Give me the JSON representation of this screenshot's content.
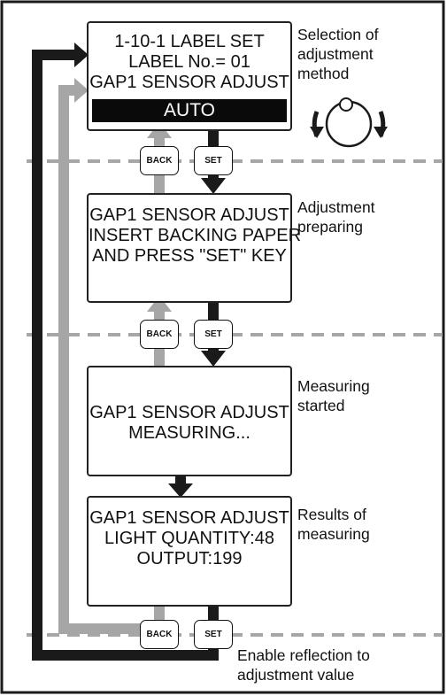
{
  "screens": [
    {
      "lines": [
        "1-10-1 LABEL SET",
        "LABEL No.= 01",
        "GAP1 SENSOR ADJUST"
      ],
      "highlight": "AUTO"
    },
    {
      "lines": [
        "GAP1 SENSOR ADJUST",
        "INSERT BACKING PAPER",
        "AND PRESS \"SET\" KEY"
      ]
    },
    {
      "lines": [
        "GAP1 SENSOR ADJUST",
        "MEASURING..."
      ]
    },
    {
      "lines": [
        "GAP1 SENSOR ADJUST",
        "LIGHT QUANTITY:48",
        "OUTPUT:199"
      ]
    }
  ],
  "notes": [
    {
      "lines": [
        "Selection of",
        "adjustment",
        "method"
      ]
    },
    {
      "lines": [
        "Adjustment",
        "preparing"
      ]
    },
    {
      "lines": [
        "Measuring",
        "started"
      ]
    },
    {
      "lines": [
        "Results of",
        "measuring"
      ]
    },
    {
      "lines": [
        "Enable reflection to",
        "adjustment value"
      ]
    }
  ],
  "keys": {
    "back": "BACK",
    "set": "SET"
  },
  "colors": {
    "back_arrow": "#a6a6a6",
    "set_arrow": "#1a1a1a",
    "divider": "#a6a6a6",
    "frame": "#1a1a1a"
  },
  "icons": {
    "dial": "rotary-dial-icon"
  }
}
